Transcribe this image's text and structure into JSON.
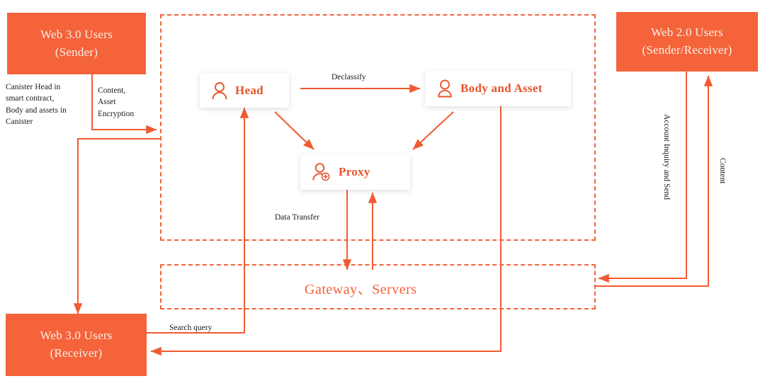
{
  "diagram": {
    "title_not_shown": "",
    "colors": {
      "accent": "#F4633A",
      "line": "#F15A33",
      "card_text": "#E8532B",
      "box_text": "#FDEFE6",
      "note_text": "#1a1a1a",
      "background": "#FFFFFF"
    }
  },
  "actors": {
    "web3_sender": {
      "line1": "Web 3.0 Users",
      "line2": "(Sender)"
    },
    "web3_receiver": {
      "line1": "Web 3.0 Users",
      "line2": "(Receiver)"
    },
    "web2_user": {
      "line1": "Web 2.0 Users",
      "line2": "(Sender/Receiver)"
    }
  },
  "nodes": {
    "head": {
      "label": "Head",
      "icon": "person-icon"
    },
    "body_asset": {
      "label": "Body and Asset",
      "icon": "person-filled-icon"
    },
    "proxy": {
      "label": "Proxy",
      "icon": "person-add-icon"
    },
    "gateway": {
      "label": "Gateway、Servers"
    }
  },
  "edge_labels": {
    "canister": "Canister Head in\nsmart contract,\nBody and assets in\nCanister",
    "content_asset_encryption": "Content,\nAsset\nEncryption",
    "declassify": "Declassify",
    "data_transfer": "Data Transfer",
    "search_query": "Search query",
    "account_inquiry": "Account Inquiry and Send",
    "content": "Content"
  }
}
